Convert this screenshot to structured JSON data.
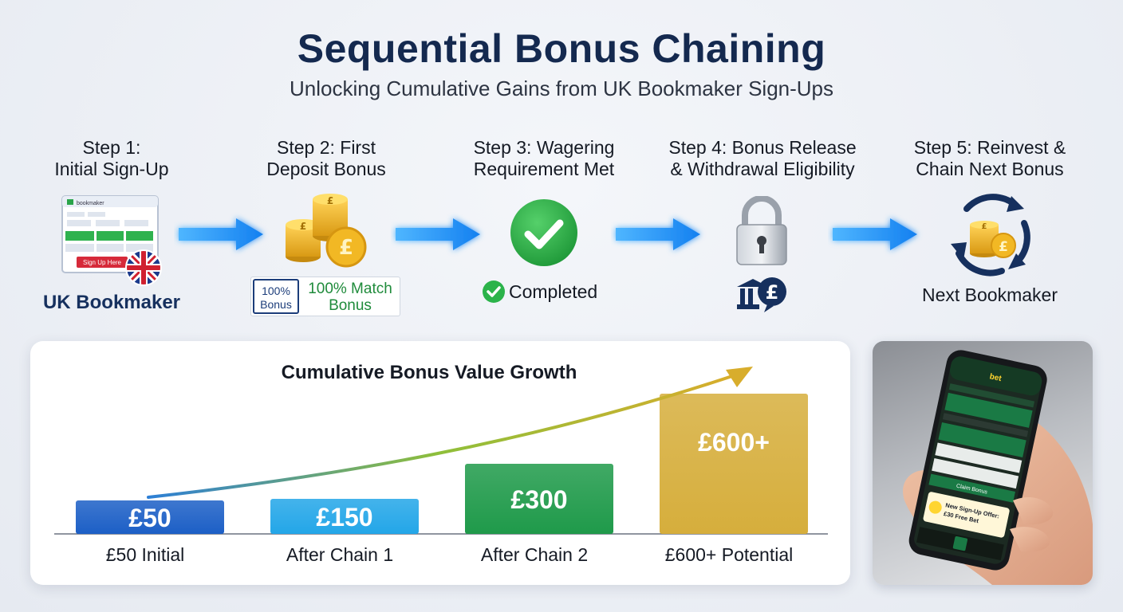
{
  "header": {
    "title": "Sequential Bonus Chaining",
    "subtitle": "Unlocking Cumulative Gains from UK Bookmaker Sign-Ups"
  },
  "steps": [
    {
      "line1": "Step 1:",
      "line2": "Initial Sign-Up",
      "caption": "UK Bookmaker",
      "icon": "bookmaker-site-icon"
    },
    {
      "line1": "Step 2: First",
      "line2": "Deposit Bonus",
      "caption_badge": "100% Bonus",
      "caption": "100% Match Bonus",
      "icon": "coin-stack-icon"
    },
    {
      "line1": "Step 3: Wagering",
      "line2": "Requirement Met",
      "caption": "Completed",
      "icon": "checkmark-icon"
    },
    {
      "line1": "Step 4: Bonus Release",
      "line2": "& Withdrawal Eligibility",
      "caption": "",
      "icon": "padlock-icon"
    },
    {
      "line1": "Step 5: Reinvest &",
      "line2": "Chain Next Bonus",
      "caption": "Next Bookmaker",
      "icon": "cycle-coins-icon"
    }
  ],
  "step1_site": {
    "header_text": "bookmaker",
    "button_text": "Sign Up Here"
  },
  "chart_data": {
    "type": "bar",
    "title": "Cumulative Bonus Value Growth",
    "categories": [
      "£50 Initial",
      "After Chain 1",
      "After Chain 2",
      "£600+ Potential"
    ],
    "values": [
      50,
      150,
      300,
      600
    ],
    "value_labels": [
      "£50",
      "£150",
      "£300",
      "£600+"
    ],
    "colors": [
      "#1c5fc6",
      "#23a6e8",
      "#1f9a4a",
      "#d6ae3c"
    ],
    "ylim": [
      0,
      600
    ],
    "trend_line": true,
    "grid": false,
    "legend": "none"
  },
  "phone": {
    "app_name": "bet",
    "offer_line1": "New Sign-Up Offer:",
    "offer_line2": "£30 Free Bet",
    "banner": "Claim Bonus"
  },
  "colors": {
    "title": "#14294f",
    "arrow": "#1e9bff",
    "check": "#2bb34a",
    "gold": "#e0a92a"
  }
}
